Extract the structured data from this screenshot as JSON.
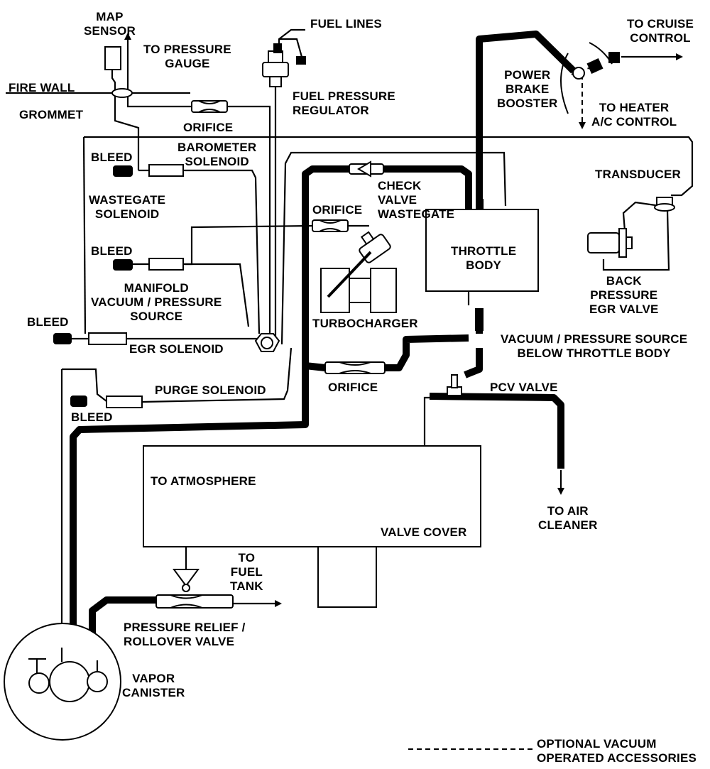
{
  "labels": {
    "map_sensor": "MAP\nSENSOR",
    "to_pressure_gauge": "TO PRESSURE\nGAUGE",
    "fuel_lines": "FUEL LINES",
    "to_cruise_control": "TO CRUISE\nCONTROL",
    "fire_wall": "FIRE WALL",
    "grommet": "GROMMET",
    "fuel_pressure_regulator": "FUEL PRESSURE\nREGULATOR",
    "power_brake_booster": "POWER\nBRAKE\nBOOSTER",
    "to_heater_ac_control": "TO HEATER\nA/C CONTROL",
    "orifice_top": "ORIFICE",
    "bleed_1": "BLEED",
    "barometer_solenoid": "BAROMETER\nSOLENOID",
    "transducer": "TRANSDUCER",
    "check_valve_wastegate": "CHECK\nVALVE\nWASTEGATE",
    "wastegate_solenoid": "WASTEGATE\nSOLENOID",
    "orifice_mid": "ORIFICE",
    "bleed_2": "BLEED",
    "throttle_body": "THROTTLE\nBODY",
    "back_pressure_egr_valve": "BACK\nPRESSURE\nEGR VALVE",
    "manifold_source": "MANIFOLD\nVACUUM / PRESSURE\nSOURCE",
    "bleed_3": "BLEED",
    "turbocharger": "TURBOCHARGER",
    "vacuum_source_below_throttle": "VACUUM / PRESSURE SOURCE\nBELOW THROTTLE BODY",
    "egr_solenoid": "EGR SOLENOID",
    "orifice_bottom": "ORIFICE",
    "pcv_valve": "PCV VALVE",
    "purge_solenoid": "PURGE SOLENOID",
    "bleed_4": "BLEED",
    "to_atmosphere": "TO ATMOSPHERE",
    "to_air_cleaner": "TO AIR\nCLEANER",
    "valve_cover": "VALVE COVER",
    "to_fuel_tank": "TO\nFUEL\nTANK",
    "pressure_relief_valve": "PRESSURE RELIEF /\nROLLOVER VALVE",
    "vapor_canister": "VAPOR\nCANISTER",
    "legend_optional": "OPTIONAL VACUUM\nOPERATED ACCESSORIES"
  }
}
